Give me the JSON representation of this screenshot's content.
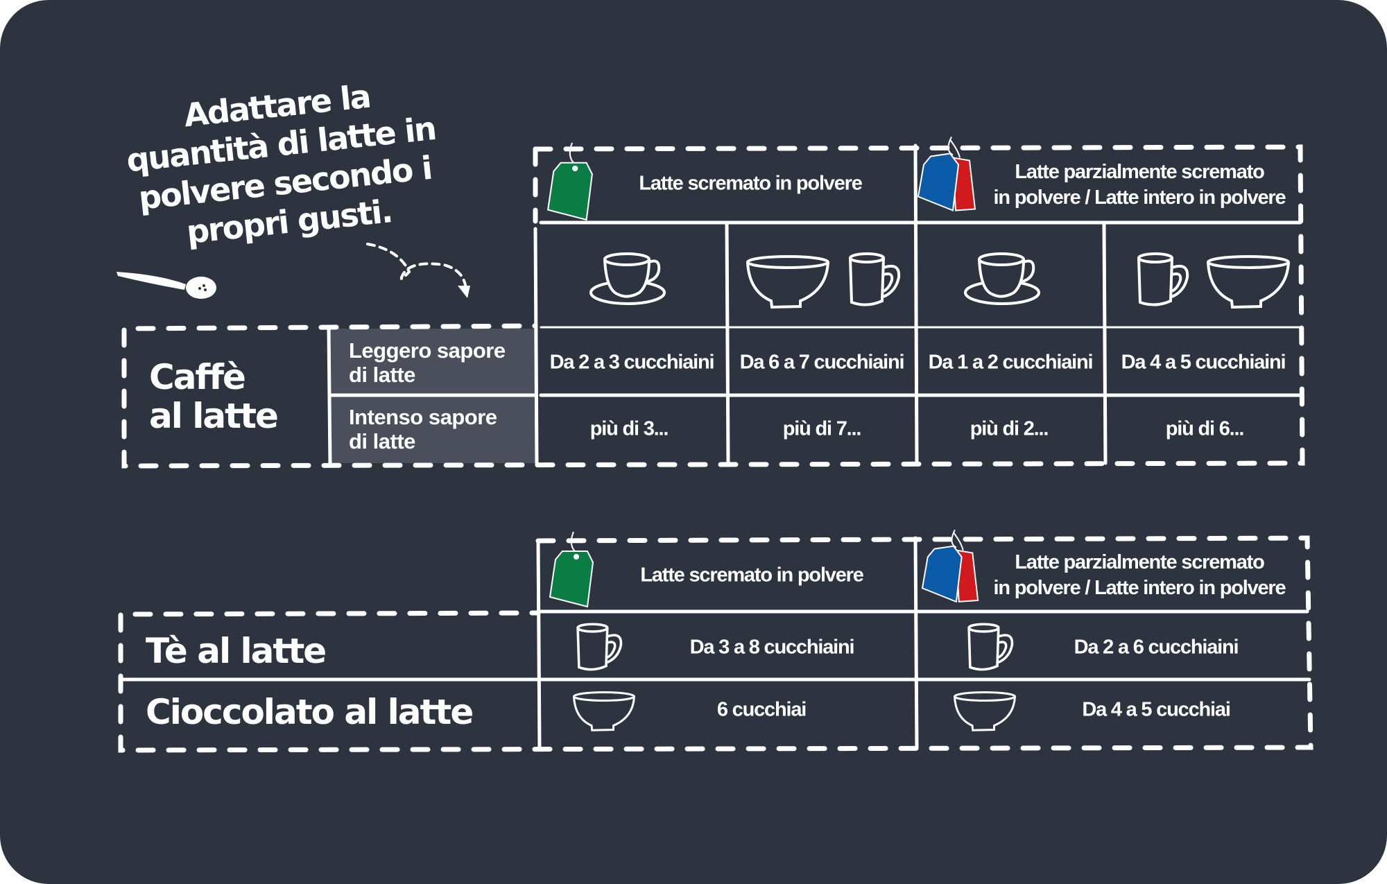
{
  "title_lines": [
    "Adattare la",
    "quantità di latte in",
    "polvere secondo i",
    "propri gusti."
  ],
  "headers": {
    "skim": "Latte scremato in polvere",
    "partial_line1": "Latte parzialmente scremato",
    "partial_line2": "in polvere / Latte intero in polvere"
  },
  "caffe": {
    "name_line1": "Caffè",
    "name_line2": "al latte",
    "rows": [
      {
        "label_line1": "Leggero sapore",
        "label_line2": "di latte",
        "values": [
          "Da 2 a 3 cucchiaini",
          "Da 6 a 7 cucchiaini",
          "Da 1 a 2 cucchiaini",
          "Da 4 a 5 cucchiaini"
        ]
      },
      {
        "label_line1": "Intenso sapore",
        "label_line2": "di latte",
        "values": [
          "più di 3...",
          "più di 7...",
          "più di 2...",
          "più di 6..."
        ]
      }
    ]
  },
  "te": {
    "name": "Tè al latte",
    "skim": "Da 3 a 8 cucchiaini",
    "partial": "Da 2 a 6 cucchiaini"
  },
  "cioccolato": {
    "name": "Cioccolato al latte",
    "skim": "6 cucchiai",
    "partial": "Da 4 a 5 cucchiai"
  },
  "colors": {
    "background": "#2e3340",
    "gray_cell": "#4a4f5b",
    "green_tag": "#0a7d45",
    "blue_tag": "#0a5aa8",
    "red_tag": "#d11a1e"
  }
}
